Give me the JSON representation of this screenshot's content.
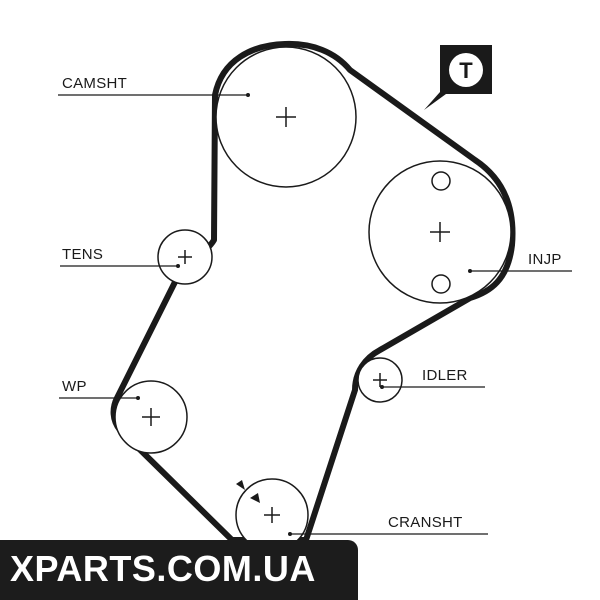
{
  "labels": {
    "camsht": "CAMSHT",
    "tens": "TENS",
    "wp": "WP",
    "injp": "INJP",
    "idler": "IDLER",
    "cransht": "CRANSHT"
  },
  "badge": {
    "letter": "T"
  },
  "watermark": {
    "text": "XPARTS.COM.UA"
  },
  "colors": {
    "ink": "#1a1a1a",
    "belt": "#1a1a1a",
    "watermark_bg": "#1c1c1c",
    "watermark_text": "#ffffff"
  }
}
